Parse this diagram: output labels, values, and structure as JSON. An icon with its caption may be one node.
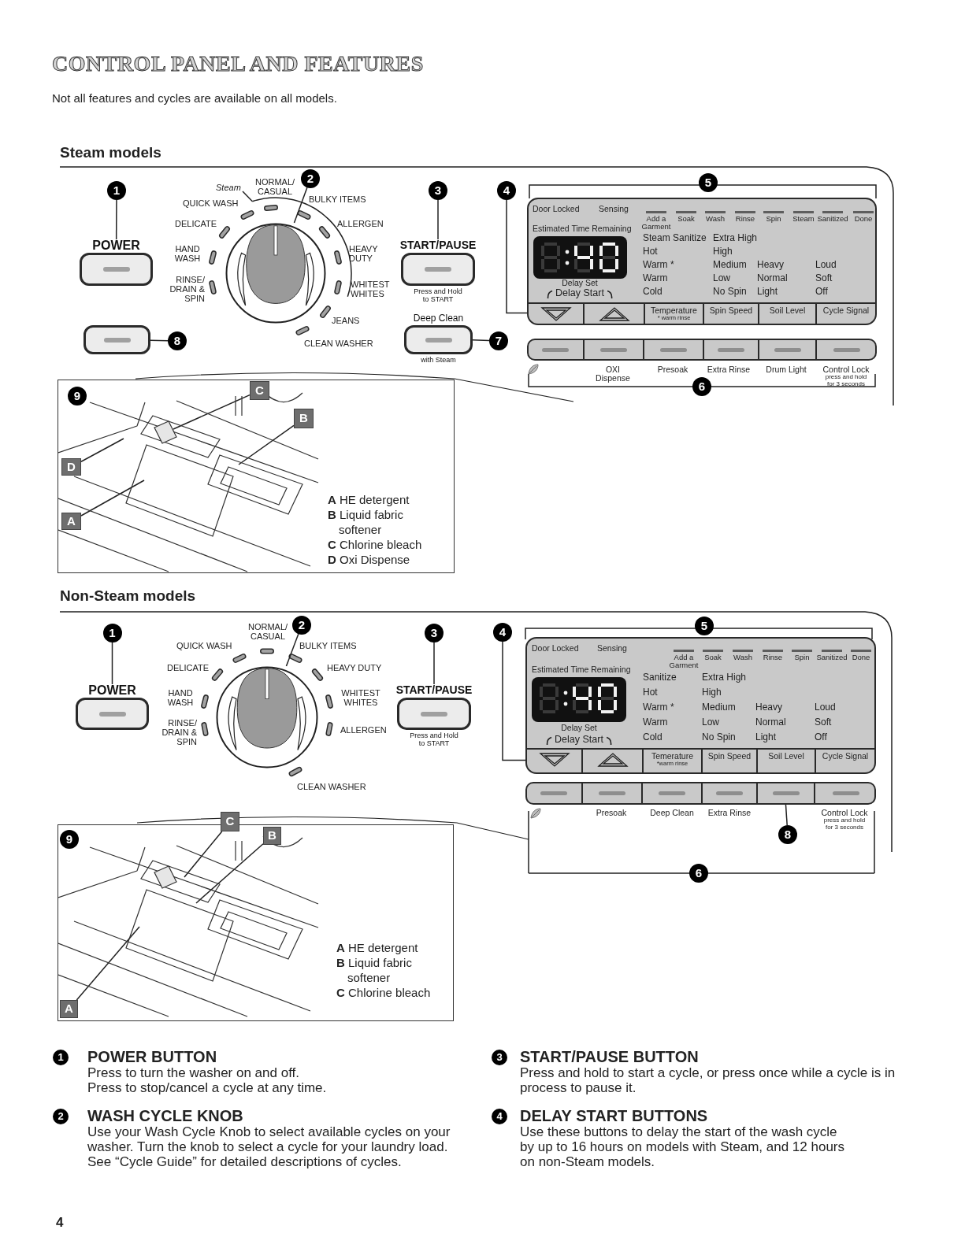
{
  "diagram": {
    "title": "CONTROL PANEL AND FEATURES",
    "nodes": [
      {
        "text": [
          "1"
        ]
      },
      {
        "text": [
          "POWER"
        ]
      },
      {
        "text": [
          "2"
        ]
      },
      {
        "text": [],
        "shape": "circle"
      },
      {
        "text": [
          "3"
        ]
      },
      {
        "text": [
          "START/PAUSE"
        ],
        "beside": [
          "Press and Hold to START"
        ]
      },
      {
        "text": [
          "4"
        ]
      },
      {
        "text": [
          "Door Locked",
          "Sensing",
          "Estimated Time Remaining",
          "Delay Set",
          "Delay Start",
          "Add a Garment",
          "Soak",
          "Wash",
          "Rinse",
          "Spin",
          "Steam",
          "Sanitized",
          "Done",
          "Steam Sanitize",
          "Extra High",
          "Hot",
          "High",
          "Warm *",
          "Medium",
          "Heavy",
          "Loud",
          "Warm",
          "Low",
          "Normal",
          "Soft",
          "Cold",
          "No Spin",
          "Light",
          "Off"
        ]
      },
      {
        "text": [],
        "shape": "box",
        "in": 7
      },
      {
        "text": [],
        "shape": "box",
        "in": 7
      },
      {
        "text": [
          "Temperature",
          "* warm rinse"
        ],
        "in": 7
      },
      {
        "text": [
          "Spin Speed"
        ],
        "in": 7
      },
      {
        "text": [
          "Soil Level"
        ],
        "in": 7
      },
      {
        "text": [
          "Cycle Signal"
        ],
        "in": 7
      },
      {
        "text": [],
        "shape": "box"
      },
      {
        "text": [
          "8"
        ]
      },
      {
        "text": [
          "Deep Clean"
        ],
        "beside": [
          "with Steam"
        ]
      },
      {
        "text": [
          "7"
        ]
      },
      {
        "text": [
          "**A** HE detergent",
          "**B** Liquid fabric softener",
          "**C** Chlorine bleach",
          "**D** Oxi Dispense"
        ]
      },
      {
        "text": [
          "C"
        ],
        "in": 18
      },
      {
        "text": [
          "B"
        ],
        "in": 18
      },
      {
        "text": [
          "D"
        ],
        "in": 18
      },
      {
        "text": [
          "A"
        ],
        "in": 18
      },
      {
        "text": [
          "1"
        ]
      },
      {
        "text": [
          "POWER"
        ]
      },
      {
        "text": [
          "2"
        ]
      },
      {
        "text": [],
        "shape": "circle"
      },
      {
        "text": [
          "3"
        ]
      },
      {
        "text": [
          "START/PAUSE"
        ],
        "beside": [
          "Press and Hold to START"
        ]
      },
      {
        "text": [
          "4"
        ]
      },
      {
        "text": [
          "Door Locked",
          "Sensing",
          "Estimated Time Remaining",
          "Delay Set",
          "Delay Start",
          "Add a Garment",
          "Soak",
          "Wash",
          "Rinse",
          "Spin",
          "Sanitized",
          "Done",
          "Sanitize",
          "Extra High",
          "Hot",
          "High",
          "Warm *",
          "Medium",
          "Heavy",
          "Loud",
          "Warm",
          "Low",
          "Normal",
          "Soft",
          "Cold",
          "No Spin",
          "Light",
          "Off"
        ]
      },
      {
        "text": [],
        "shape": "box",
        "in": 30
      },
      {
        "text": [],
        "shape": "box",
        "in": 30
      },
      {
        "text": [
          "Temerature",
          "*warm rinse"
        ],
        "in": 30
      },
      {
        "text": [
          "Spin Speed"
        ],
        "in": 30
      },
      {
        "text": [
          "Soil Level"
        ],
        "in": 30
      },
      {
        "text": [
          "Cycle Signal"
        ],
        "in": 30
      },
      {
        "text": [
          "8"
        ]
      },
      {
        "text": [
          "**A** HE detergent",
          "**B** Liquid fabric softener",
          "**C** Chlorine bleach"
        ]
      },
      {
        "text": [
          "C"
        ]
      },
      {
        "text": [
          "B"
        ],
        "in": 38
      },
      {
        "text": [
          "A"
        ],
        "in": 38
      },
      {
        "text": [
          "5"
        ]
      },
      {
        "text": [
          "6"
        ]
      },
      {
        "text": [
          "9"
        ],
        "in": 18
      },
      {
        "text": [
          "5"
        ]
      },
      {
        "text": [
          "6"
        ]
      },
      {
        "text": [
          "9"
        ],
        "in": 38
      },
      {
        "text": [],
        "shape": "box"
      }
    ],
    "edges": [
      {
        "from": 0,
        "to": 1,
        "arrow": "none"
      },
      {
        "from": 2,
        "to": 3,
        "arrow": "none"
      },
      {
        "from": 4,
        "to": 5,
        "arrow": "none"
      },
      {
        "from": 6,
        "to": 8,
        "arrow": "none"
      },
      {
        "from": 15,
        "to": 14,
        "arrow": "none"
      },
      {
        "from": 17,
        "to": 16,
        "arrow": "none"
      },
      {
        "from": 19,
        "to": null,
        "arrow": "none"
      },
      {
        "from": 20,
        "to": null,
        "arrow": "none"
      },
      {
        "from": 21,
        "to": null,
        "arrow": "none"
      },
      {
        "from": 22,
        "to": null,
        "arrow": "none"
      },
      {
        "from": 23,
        "to": 24,
        "arrow": "none"
      },
      {
        "from": 25,
        "to": 26,
        "arrow": "none"
      },
      {
        "from": 27,
        "to": 28,
        "arrow": "none"
      },
      {
        "from": 29,
        "to": 31,
        "arrow": "none"
      },
      {
        "from": 37,
        "to": 48,
        "arrow": "none"
      },
      {
        "from": 39,
        "to": null,
        "arrow": "none"
      },
      {
        "from": 40,
        "to": null,
        "arrow": "none"
      },
      {
        "from": 41,
        "to": null,
        "arrow": "none"
      }
    ],
    "labels": [
      "Not all features and cycles are available on all models.",
      "Steam models",
      "Steam",
      "NORMAL/ CASUAL",
      "QUICK WASH",
      "BULKY ITEMS",
      "DELICATE",
      "ALLERGEN",
      "HAND WASH",
      "HEAVY DUTY",
      "RINSE/ DRAIN & SPIN",
      "WHITEST WHITES",
      "JEANS",
      "CLEAN WASHER",
      "OXI Dispense",
      "Presoak",
      "Extra Rinse",
      "Drum Light",
      "Control Lock",
      "press and hold for 3 seconds",
      "Non-Steam models",
      "NORMAL/ CASUAL",
      "QUICK WASH",
      "BULKY ITEMS",
      "DELICATE",
      "HEAVY DUTY",
      "HAND WASH",
      "WHITEST WHITES",
      "RINSE/ DRAIN & SPIN",
      "ALLERGEN",
      "CLEAN WASHER",
      "Presoak",
      "Deep Clean",
      "Extra Rinse",
      "Control Lock",
      "press and hold for 3 seconds",
      "1",
      "POWER BUTTON",
      "Press to turn the washer on and off.",
      "Press to stop/cancel a cycle at any time.",
      "2",
      "WASH CYCLE KNOB",
      "Use your Wash Cycle Knob to select available cycles on your washer. Turn the knob to select a cycle for your laundry load. See “Cycle Guide” for detailed descriptions of cycles.",
      "3",
      "START/PAUSE BUTTON",
      "Press and hold to start a cycle, or press once while a cycle is in process to pause it.",
      "4",
      "DELAY START BUTTONS",
      "Use these buttons to delay the start of the wash cycle by up to 16 hours on models with Steam, and 12 hours on non-Steam models.",
      "4"
    ]
  }
}
